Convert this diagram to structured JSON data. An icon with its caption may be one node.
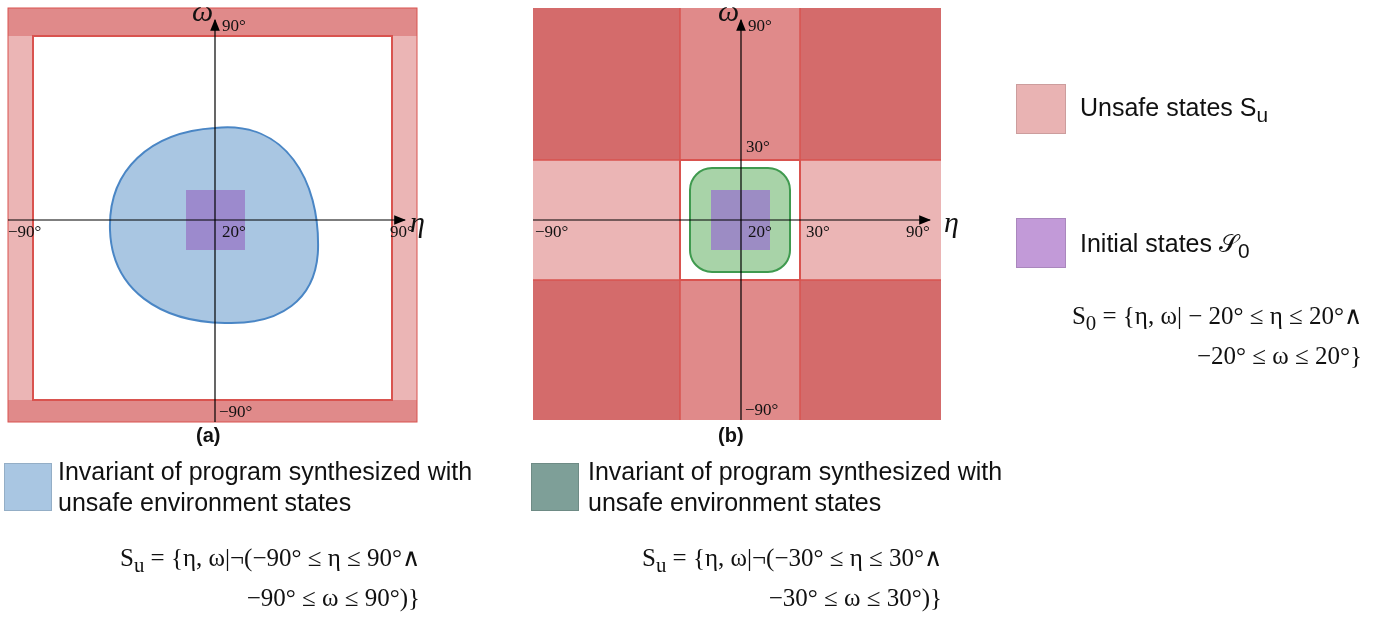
{
  "diagram": {
    "labels": [
      "ω",
      "90°",
      "η",
      "−90°",
      "20°",
      "90°",
      "−90°",
      "(a)",
      "ω",
      "90°",
      "30°",
      "η",
      "−90°",
      "20°",
      "30°",
      "90°",
      "−90°",
      "(b)",
      "S$_{0}$ = {η, ω| − 20° ≤ η ≤ 20°∧ −20° ≤ ω ≤ 20°}",
      "S$_{u}$ = {η, ω|¬(−90° ≤ η ≤ 90°∧ −90° ≤ ω ≤ 90°)}",
      "S$_{u}$ = {η, ω|¬(−30° ≤ η ≤ 30°∧ −30° ≤ ω ≤ 30°)}"
    ],
    "legend": [
      {
        "text": "Unsafe states S$_{u}$",
        "color": "#e9b3b3"
      },
      {
        "text": "Initial states 𝒮$_{0}$",
        "color": "#c29ad8"
      },
      {
        "text": "Invariant of program synthesized with unsafe environment states",
        "color": "#a9c6e2"
      },
      {
        "text": "Invariant of program synthesized with unsafe environment states",
        "color": "#7e9f98"
      }
    ]
  }
}
